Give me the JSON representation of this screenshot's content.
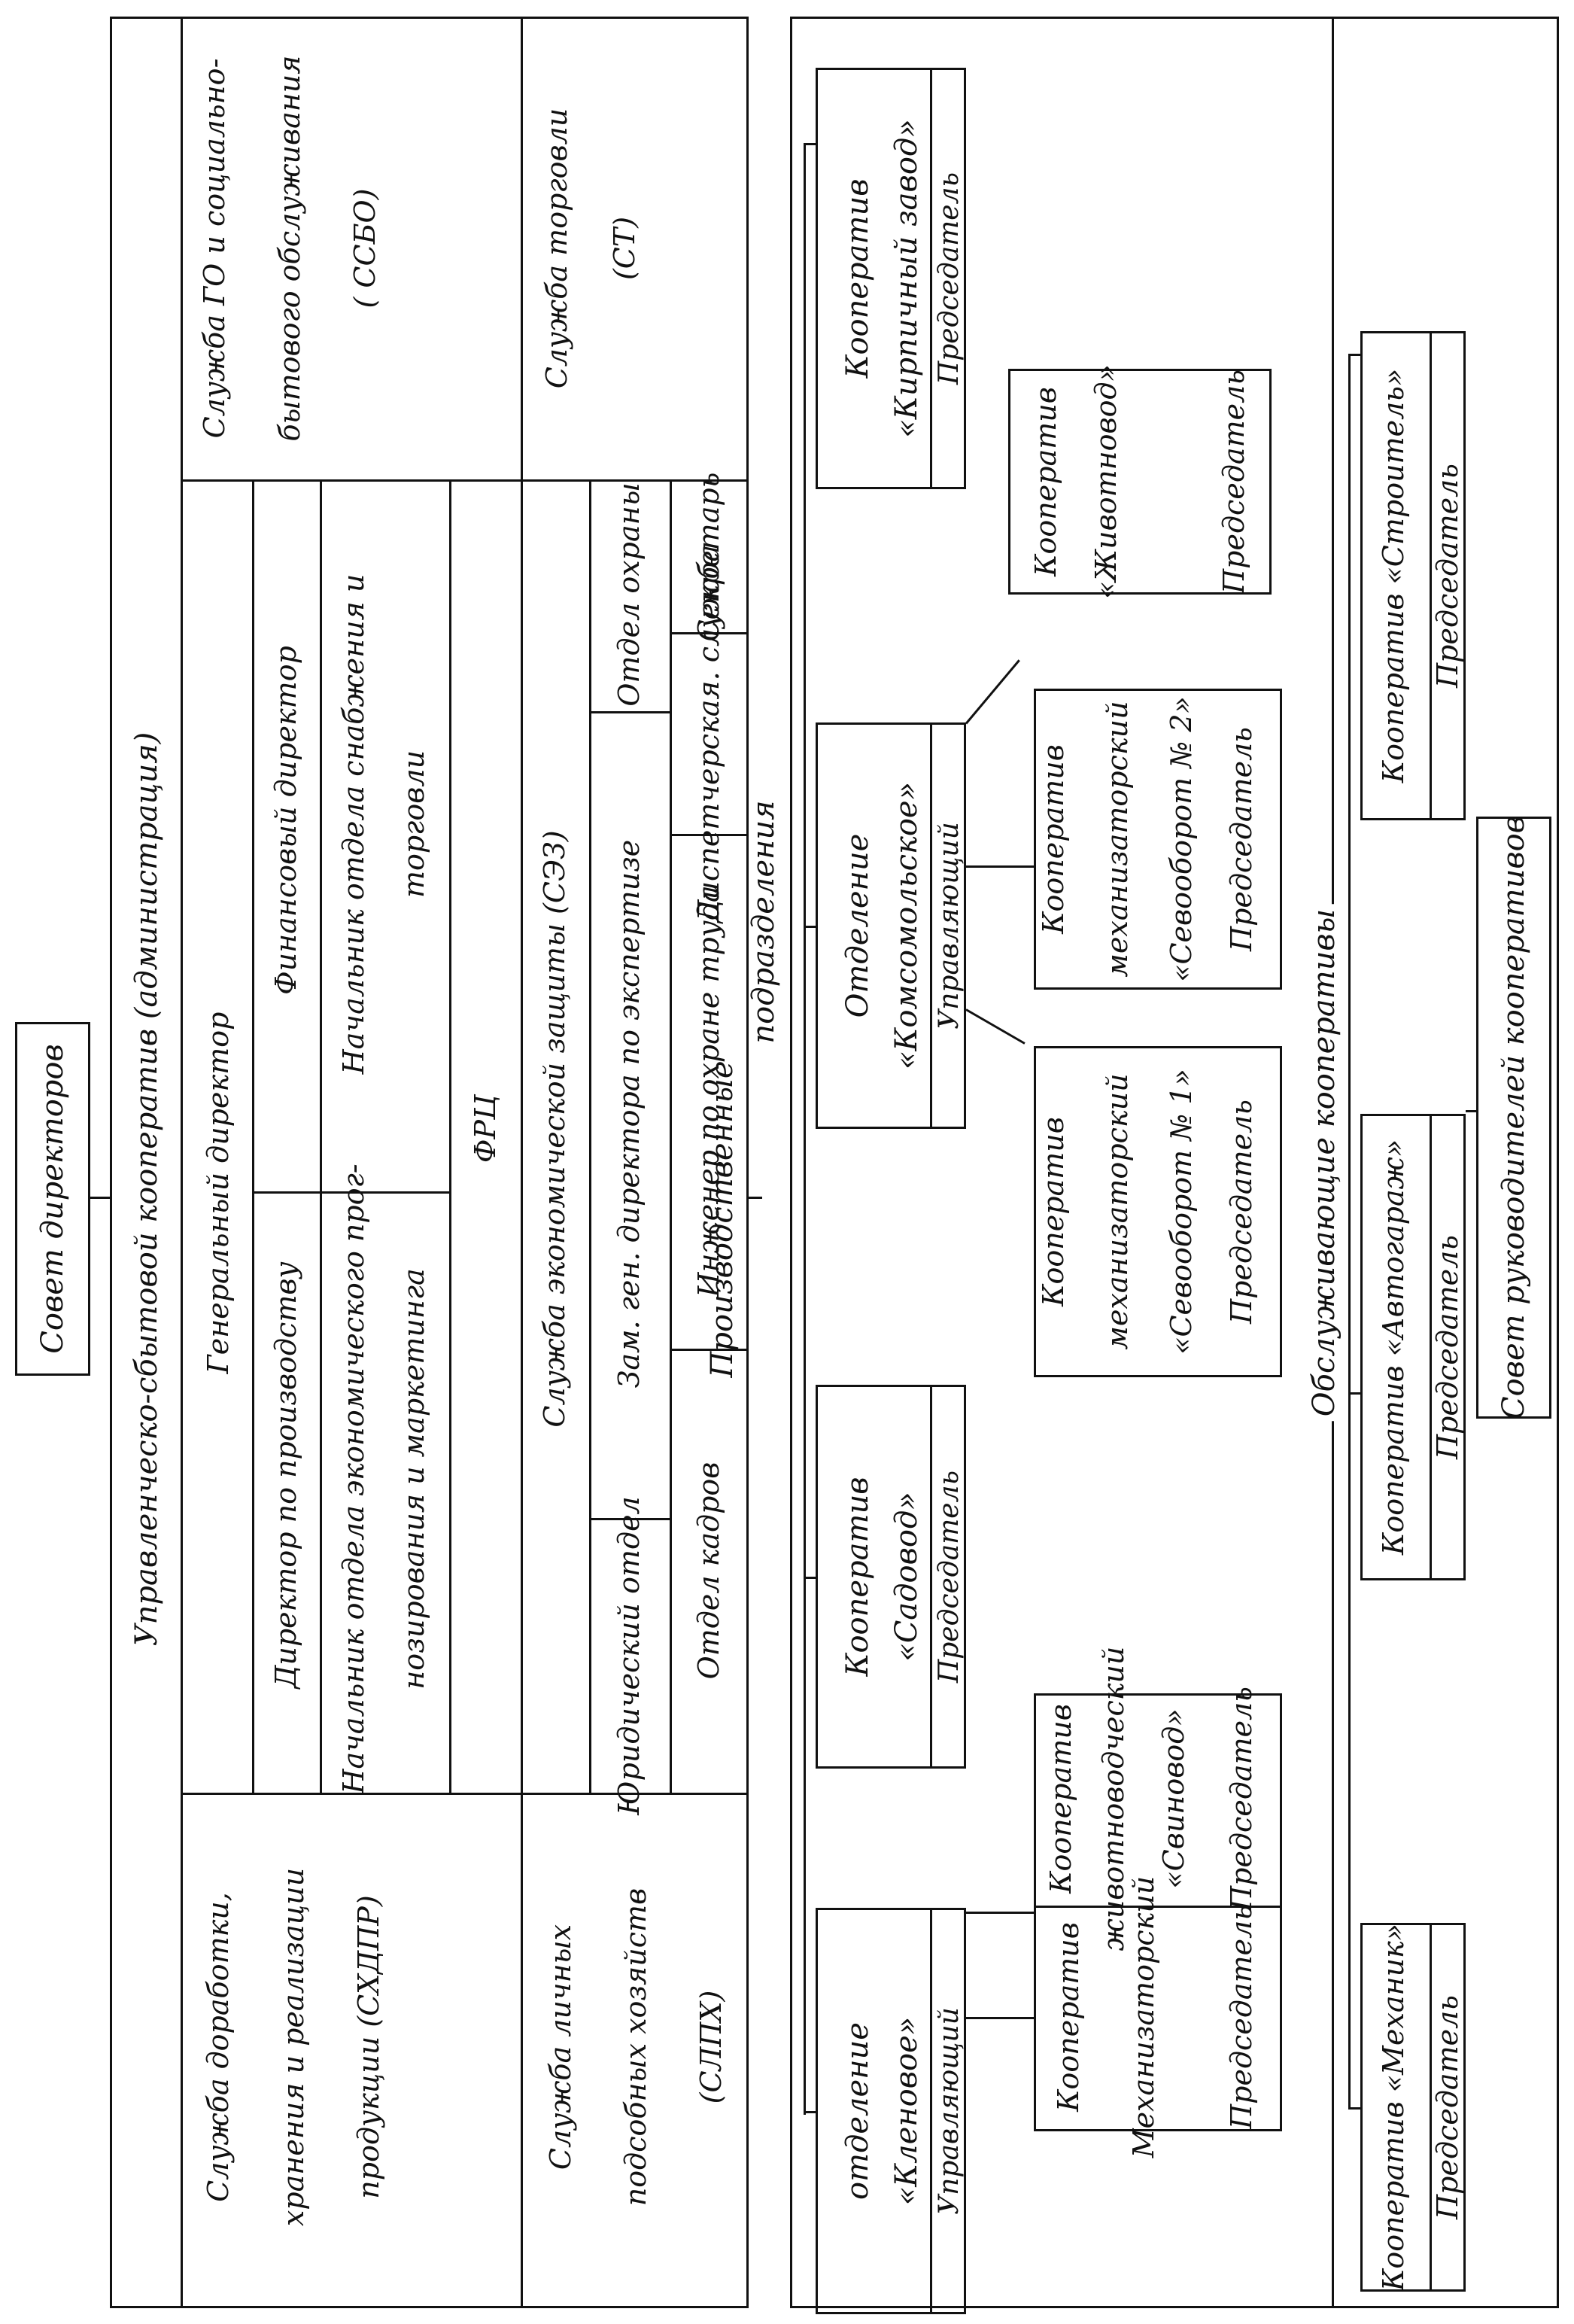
{
  "top": {
    "board": "Совет директоров",
    "admin": "Управленческо-сбытовой кооператив (администрация)",
    "gen_director": "Генеральный директор",
    "prod_director": "Директор по производству",
    "fin_director": "Финансовый директор",
    "econ_head": [
      "Начальник отдела экономического прог-",
      "нозирования и маркетинга"
    ],
    "supply_head": [
      "Начальник отдела снабжения и",
      "торговли"
    ],
    "frc": "ФРЦ",
    "schdpr": [
      "Служба доработки,",
      "хранения и реализации",
      "продукции (СХДПР)"
    ],
    "ssbo": [
      "Служба ГО и социально-",
      "бытового обслуживания",
      "( ССБО)"
    ],
    "slph": [
      "Служба личных",
      "подсобных хозяйств",
      "(СЛПХ)"
    ],
    "sez": "Служба экономической защиты (СЭЗ)",
    "st": [
      "Служба  торговли",
      "(СТ)"
    ],
    "legal": "Юридический отдел",
    "deputy": "Зам. ген. директора по экспертизе",
    "security": "Отдел охраны",
    "hr": "Отдел кадров",
    "safety": "Инженер по охране труда",
    "dispatch": "Диспетчерская. служба",
    "secretary": "Секретарь"
  },
  "production": {
    "title": [
      "Производственные",
      "подразделения"
    ],
    "klenovoe": {
      "name": [
        "отделение",
        "«Кленовое»"
      ],
      "role": "Управляющий"
    },
    "sadovod": {
      "name": [
        "Кооператив",
        "«Садовод»"
      ],
      "role": "Председатель"
    },
    "komsomol": {
      "name": [
        "Отделение",
        "«Комсомольское»"
      ],
      "role": "Управляющий"
    },
    "kirpich": {
      "name": [
        "Кооператив",
        "«Кирпичный завод»"
      ],
      "role": "Председатель"
    },
    "mech": {
      "name": [
        "Кооператив",
        "Механизаторский"
      ],
      "role": "Председатель"
    },
    "svinovod": {
      "name": [
        "Кооператив",
        "животноводческий",
        "«Свиновод»"
      ],
      "role": "Председатель"
    },
    "sevo1": {
      "name": [
        "Кооператив",
        "механизаторский",
        "«Севооборот № 1»"
      ],
      "role": "Председатель"
    },
    "sevo2": {
      "name": [
        "Кооператив",
        "механизаторский",
        "«Севооборот № 2»"
      ],
      "role": "Председатель"
    },
    "zhivotnovod": {
      "name": [
        "Кооператив",
        "«Животновод»"
      ],
      "role": "Председатель"
    }
  },
  "service": {
    "title": "Обслуживающие кооперативы",
    "mekhanik": {
      "name": "Кооператив «Механик»",
      "role": "Председатель"
    },
    "avtogarazh": {
      "name": "Кооператив «Автогараж»",
      "role": "Председатель"
    },
    "stroitel": {
      "name": "Кооператив «Строитель»",
      "role": "Председатель"
    },
    "council": "Совет руководителей кооперативов"
  }
}
